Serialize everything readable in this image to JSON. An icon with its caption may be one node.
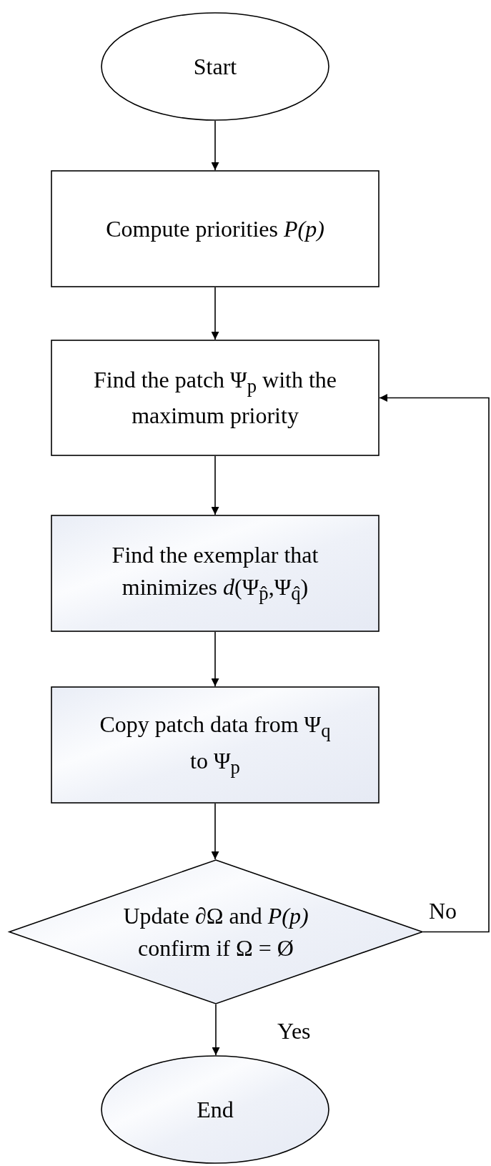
{
  "diagram": {
    "nodes": [
      {
        "text": [
          "Start"
        ]
      },
      {
        "text": [
          "Compute priorities *P(p)*"
        ]
      },
      {
        "text": [
          "Find the patch Ψ$_{p}$ with the maximum priority"
        ]
      },
      {
        "text": [
          "Find the exemplar that minimizes *d*(Ψ$_{p̂}$,Ψ$_{q̂}$)"
        ]
      },
      {
        "text": [
          "Copy patch data from Ψ$_{q}$ to Ψ$_{p}$"
        ]
      },
      {
        "text": [
          "Update ∂Ω and *P(p)* confirm if Ω = Ø"
        ]
      },
      {
        "text": [
          "End"
        ]
      }
    ],
    "edges": [
      {
        "from": 0,
        "to": 1,
        "arrow": "to"
      },
      {
        "from": 1,
        "to": 2,
        "arrow": "to"
      },
      {
        "from": 2,
        "to": 3,
        "arrow": "to"
      },
      {
        "from": 3,
        "to": 4,
        "arrow": "to"
      },
      {
        "from": 4,
        "to": 5,
        "arrow": "to"
      },
      {
        "from": 5,
        "to": 2,
        "arrow": "to",
        "label": "No"
      },
      {
        "from": 5,
        "to": 6,
        "arrow": "to",
        "label": "Yes"
      }
    ]
  }
}
